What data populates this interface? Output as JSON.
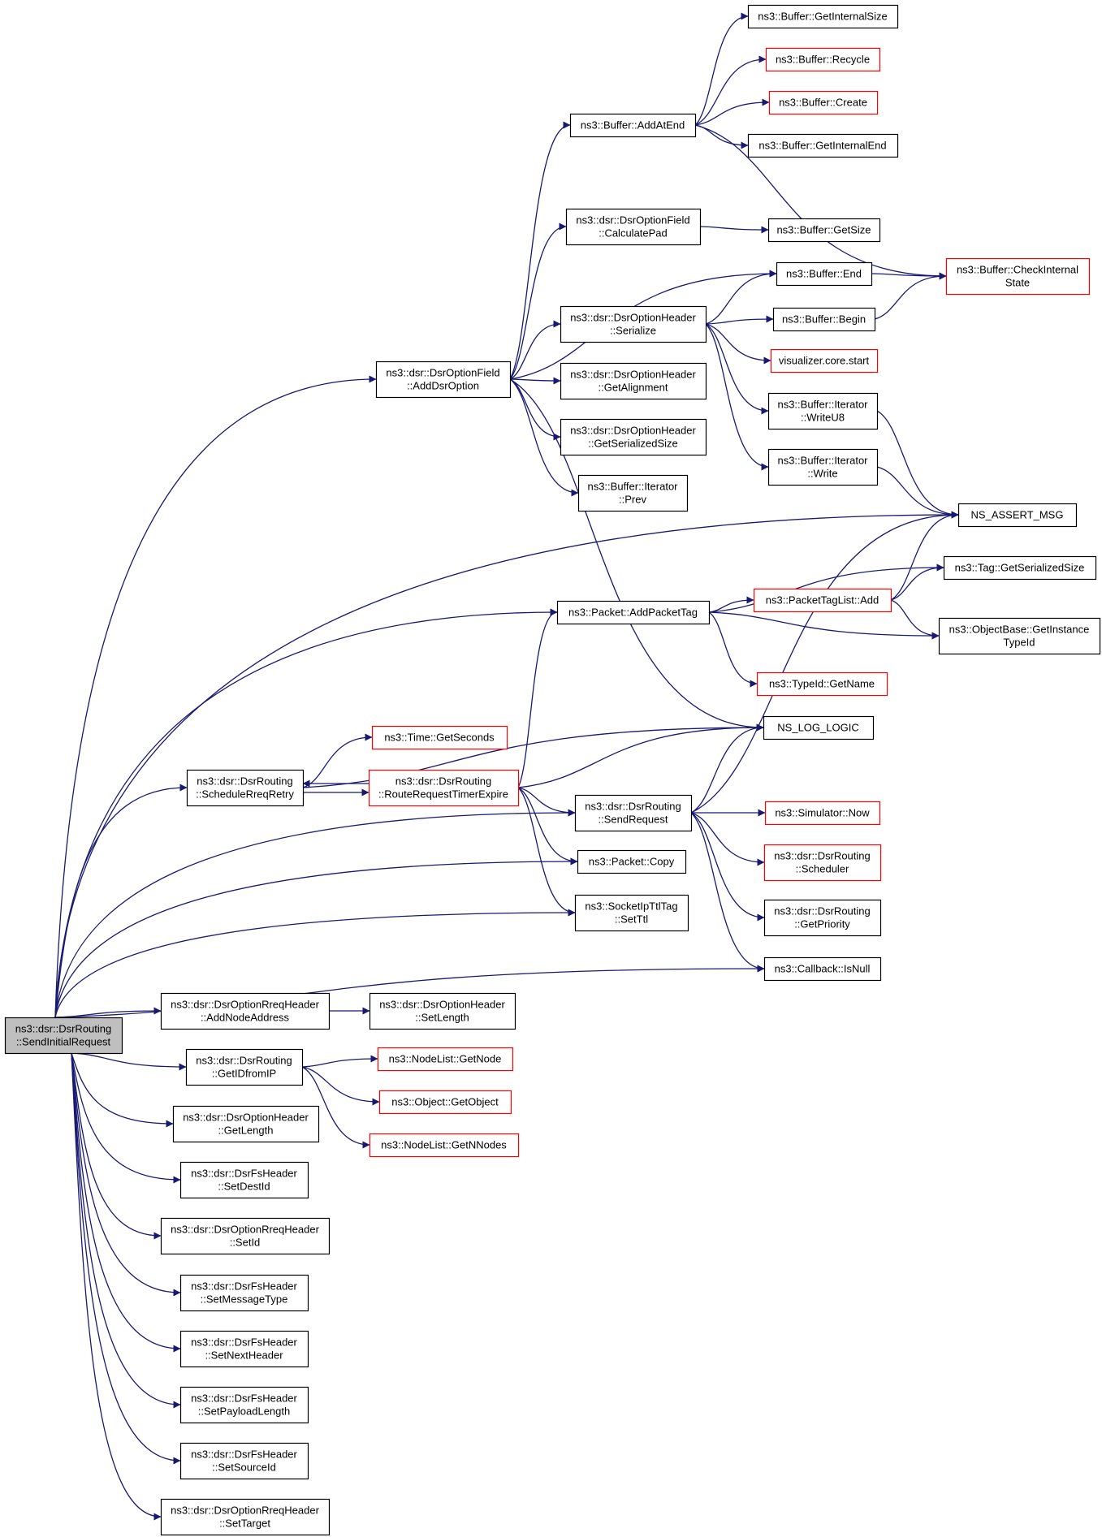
{
  "graph": {
    "root": "SendInitialRequest",
    "edge_color": "#191970",
    "external_border_color": "#ff0000",
    "root_fill": "#bfbfbf"
  },
  "nodes": [
    {
      "id": "SendInitialRequest",
      "lines": [
        "ns3::dsr::DsrRouting",
        "::SendInitialRequest"
      ],
      "style": "root"
    },
    {
      "id": "GetInternalSize",
      "lines": [
        "ns3::Buffer::GetInternalSize"
      ],
      "style": "normal"
    },
    {
      "id": "Recycle",
      "lines": [
        "ns3::Buffer::Recycle"
      ],
      "style": "red"
    },
    {
      "id": "AddAtEnd",
      "lines": [
        "ns3::Buffer::AddAtEnd"
      ],
      "style": "normal"
    },
    {
      "id": "Create",
      "lines": [
        "ns3::Buffer::Create"
      ],
      "style": "red"
    },
    {
      "id": "GetInternalEnd",
      "lines": [
        "ns3::Buffer::GetInternalEnd"
      ],
      "style": "normal"
    },
    {
      "id": "CalculatePad",
      "lines": [
        "ns3::dsr::DsrOptionField",
        "::CalculatePad"
      ],
      "style": "normal"
    },
    {
      "id": "GetSize",
      "lines": [
        "ns3::Buffer::GetSize"
      ],
      "style": "normal"
    },
    {
      "id": "BufferEnd",
      "lines": [
        "ns3::Buffer::End"
      ],
      "style": "normal"
    },
    {
      "id": "CheckInternalState",
      "lines": [
        "ns3::Buffer::CheckInternal",
        "State"
      ],
      "style": "red"
    },
    {
      "id": "Serialize",
      "lines": [
        "ns3::dsr::DsrOptionHeader",
        "::Serialize"
      ],
      "style": "normal"
    },
    {
      "id": "BufferBegin",
      "lines": [
        "ns3::Buffer::Begin"
      ],
      "style": "normal"
    },
    {
      "id": "VisualizerStart",
      "lines": [
        "visualizer.core.start"
      ],
      "style": "red"
    },
    {
      "id": "AddDsrOption",
      "lines": [
        "ns3::dsr::DsrOptionField",
        "::AddDsrOption"
      ],
      "style": "normal"
    },
    {
      "id": "GetAlignment",
      "lines": [
        "ns3::dsr::DsrOptionHeader",
        "::GetAlignment"
      ],
      "style": "normal"
    },
    {
      "id": "WriteU8",
      "lines": [
        "ns3::Buffer::Iterator",
        "::WriteU8"
      ],
      "style": "normal"
    },
    {
      "id": "HdrGetSerializedSize",
      "lines": [
        "ns3::dsr::DsrOptionHeader",
        "::GetSerializedSize"
      ],
      "style": "normal"
    },
    {
      "id": "IterWrite",
      "lines": [
        "ns3::Buffer::Iterator",
        "::Write"
      ],
      "style": "normal"
    },
    {
      "id": "IterPrev",
      "lines": [
        "ns3::Buffer::Iterator",
        "::Prev"
      ],
      "style": "normal"
    },
    {
      "id": "NsAssertMsg",
      "lines": [
        "NS_ASSERT_MSG"
      ],
      "style": "normal"
    },
    {
      "id": "TagGetSerializedSize",
      "lines": [
        "ns3::Tag::GetSerializedSize"
      ],
      "style": "normal"
    },
    {
      "id": "AddPacketTag",
      "lines": [
        "ns3::Packet::AddPacketTag"
      ],
      "style": "normal"
    },
    {
      "id": "PacketTagListAdd",
      "lines": [
        "ns3::PacketTagList::Add"
      ],
      "style": "red"
    },
    {
      "id": "GetInstanceTypeId",
      "lines": [
        "ns3::ObjectBase::GetInstance",
        "TypeId"
      ],
      "style": "normal"
    },
    {
      "id": "TypeIdGetName",
      "lines": [
        "ns3::TypeId::GetName"
      ],
      "style": "red"
    },
    {
      "id": "NsLogLogic",
      "lines": [
        "NS_LOG_LOGIC"
      ],
      "style": "normal"
    },
    {
      "id": "TimeGetSeconds",
      "lines": [
        "ns3::Time::GetSeconds"
      ],
      "style": "red"
    },
    {
      "id": "ScheduleRreqRetry",
      "lines": [
        "ns3::dsr::DsrRouting",
        "::ScheduleRreqRetry"
      ],
      "style": "normal"
    },
    {
      "id": "RouteRequestTimerExpire",
      "lines": [
        "ns3::dsr::DsrRouting",
        "::RouteRequestTimerExpire"
      ],
      "style": "red"
    },
    {
      "id": "SendRequest",
      "lines": [
        "ns3::dsr::DsrRouting",
        "::SendRequest"
      ],
      "style": "normal"
    },
    {
      "id": "SimulatorNow",
      "lines": [
        "ns3::Simulator::Now"
      ],
      "style": "red"
    },
    {
      "id": "Scheduler",
      "lines": [
        "ns3::dsr::DsrRouting",
        "::Scheduler"
      ],
      "style": "red"
    },
    {
      "id": "PacketCopy",
      "lines": [
        "ns3::Packet::Copy"
      ],
      "style": "normal"
    },
    {
      "id": "SetTtl",
      "lines": [
        "ns3::SocketIpTtlTag",
        "::SetTtl"
      ],
      "style": "normal"
    },
    {
      "id": "GetPriority",
      "lines": [
        "ns3::dsr::DsrRouting",
        "::GetPriority"
      ],
      "style": "normal"
    },
    {
      "id": "CallbackIsNull",
      "lines": [
        "ns3::Callback::IsNull"
      ],
      "style": "normal"
    },
    {
      "id": "AddNodeAddress",
      "lines": [
        "ns3::dsr::DsrOptionRreqHeader",
        "::AddNodeAddress"
      ],
      "style": "normal"
    },
    {
      "id": "SetLength",
      "lines": [
        "ns3::dsr::DsrOptionHeader",
        "::SetLength"
      ],
      "style": "normal"
    },
    {
      "id": "GetIDfromIP",
      "lines": [
        "ns3::dsr::DsrRouting",
        "::GetIDfromIP"
      ],
      "style": "normal"
    },
    {
      "id": "NodeListGetNode",
      "lines": [
        "ns3::NodeList::GetNode"
      ],
      "style": "red"
    },
    {
      "id": "ObjectGetObject",
      "lines": [
        "ns3::Object::GetObject"
      ],
      "style": "red"
    },
    {
      "id": "GetLength",
      "lines": [
        "ns3::dsr::DsrOptionHeader",
        "::GetLength"
      ],
      "style": "normal"
    },
    {
      "id": "NodeListGetNNodes",
      "lines": [
        "ns3::NodeList::GetNNodes"
      ],
      "style": "red"
    },
    {
      "id": "SetDestId",
      "lines": [
        "ns3::dsr::DsrFsHeader",
        "::SetDestId"
      ],
      "style": "normal"
    },
    {
      "id": "SetId",
      "lines": [
        "ns3::dsr::DsrOptionRreqHeader",
        "::SetId"
      ],
      "style": "normal"
    },
    {
      "id": "SetMessageType",
      "lines": [
        "ns3::dsr::DsrFsHeader",
        "::SetMessageType"
      ],
      "style": "normal"
    },
    {
      "id": "SetNextHeader",
      "lines": [
        "ns3::dsr::DsrFsHeader",
        "::SetNextHeader"
      ],
      "style": "normal"
    },
    {
      "id": "SetPayloadLength",
      "lines": [
        "ns3::dsr::DsrFsHeader",
        "::SetPayloadLength"
      ],
      "style": "normal"
    },
    {
      "id": "SetSourceId",
      "lines": [
        "ns3::dsr::DsrFsHeader",
        "::SetSourceId"
      ],
      "style": "normal"
    },
    {
      "id": "SetTarget",
      "lines": [
        "ns3::dsr::DsrOptionRreqHeader",
        "::SetTarget"
      ],
      "style": "normal"
    }
  ],
  "edges": [
    [
      "SendInitialRequest",
      "AddDsrOption"
    ],
    [
      "SendInitialRequest",
      "NsAssertMsg"
    ],
    [
      "SendInitialRequest",
      "AddPacketTag"
    ],
    [
      "SendInitialRequest",
      "ScheduleRreqRetry"
    ],
    [
      "SendInitialRequest",
      "SendRequest"
    ],
    [
      "SendInitialRequest",
      "PacketCopy"
    ],
    [
      "SendInitialRequest",
      "SetTtl"
    ],
    [
      "SendInitialRequest",
      "CallbackIsNull"
    ],
    [
      "SendInitialRequest",
      "AddNodeAddress"
    ],
    [
      "SendInitialRequest",
      "GetIDfromIP"
    ],
    [
      "SendInitialRequest",
      "GetLength"
    ],
    [
      "SendInitialRequest",
      "SetDestId"
    ],
    [
      "SendInitialRequest",
      "SetId"
    ],
    [
      "SendInitialRequest",
      "SetMessageType"
    ],
    [
      "SendInitialRequest",
      "SetNextHeader"
    ],
    [
      "SendInitialRequest",
      "SetPayloadLength"
    ],
    [
      "SendInitialRequest",
      "SetSourceId"
    ],
    [
      "SendInitialRequest",
      "SetTarget"
    ],
    [
      "AddAtEnd",
      "GetInternalSize"
    ],
    [
      "AddAtEnd",
      "Recycle"
    ],
    [
      "AddAtEnd",
      "Create"
    ],
    [
      "AddAtEnd",
      "GetInternalEnd"
    ],
    [
      "AddAtEnd",
      "CheckInternalState"
    ],
    [
      "CalculatePad",
      "GetSize"
    ],
    [
      "BufferEnd",
      "CheckInternalState"
    ],
    [
      "BufferBegin",
      "CheckInternalState"
    ],
    [
      "Serialize",
      "BufferEnd"
    ],
    [
      "Serialize",
      "BufferBegin"
    ],
    [
      "Serialize",
      "VisualizerStart"
    ],
    [
      "Serialize",
      "WriteU8"
    ],
    [
      "Serialize",
      "IterWrite"
    ],
    [
      "AddDsrOption",
      "AddAtEnd"
    ],
    [
      "AddDsrOption",
      "CalculatePad"
    ],
    [
      "AddDsrOption",
      "BufferEnd"
    ],
    [
      "AddDsrOption",
      "Serialize"
    ],
    [
      "AddDsrOption",
      "GetAlignment"
    ],
    [
      "AddDsrOption",
      "HdrGetSerializedSize"
    ],
    [
      "AddDsrOption",
      "IterPrev"
    ],
    [
      "AddDsrOption",
      "NsLogLogic"
    ],
    [
      "WriteU8",
      "NsAssertMsg"
    ],
    [
      "IterWrite",
      "NsAssertMsg"
    ],
    [
      "AddPacketTag",
      "TagGetSerializedSize"
    ],
    [
      "AddPacketTag",
      "PacketTagListAdd"
    ],
    [
      "AddPacketTag",
      "GetInstanceTypeId"
    ],
    [
      "AddPacketTag",
      "TypeIdGetName"
    ],
    [
      "PacketTagListAdd",
      "NsAssertMsg"
    ],
    [
      "PacketTagListAdd",
      "TagGetSerializedSize"
    ],
    [
      "PacketTagListAdd",
      "GetInstanceTypeId"
    ],
    [
      "ScheduleRreqRetry",
      "NsLogLogic"
    ],
    [
      "ScheduleRreqRetry",
      "TimeGetSeconds"
    ],
    [
      "ScheduleRreqRetry",
      "RouteRequestTimerExpire"
    ],
    [
      "RouteRequestTimerExpire",
      "ScheduleRreqRetry"
    ],
    [
      "RouteRequestTimerExpire",
      "AddPacketTag"
    ],
    [
      "RouteRequestTimerExpire",
      "NsLogLogic"
    ],
    [
      "RouteRequestTimerExpire",
      "SendRequest"
    ],
    [
      "RouteRequestTimerExpire",
      "PacketCopy"
    ],
    [
      "RouteRequestTimerExpire",
      "SetTtl"
    ],
    [
      "SendRequest",
      "NsAssertMsg"
    ],
    [
      "SendRequest",
      "NsLogLogic"
    ],
    [
      "SendRequest",
      "SimulatorNow"
    ],
    [
      "SendRequest",
      "Scheduler"
    ],
    [
      "SendRequest",
      "GetPriority"
    ],
    [
      "SendRequest",
      "CallbackIsNull"
    ],
    [
      "AddNodeAddress",
      "SetLength"
    ],
    [
      "GetIDfromIP",
      "NodeListGetNode"
    ],
    [
      "GetIDfromIP",
      "ObjectGetObject"
    ],
    [
      "GetIDfromIP",
      "NodeListGetNNodes"
    ]
  ]
}
